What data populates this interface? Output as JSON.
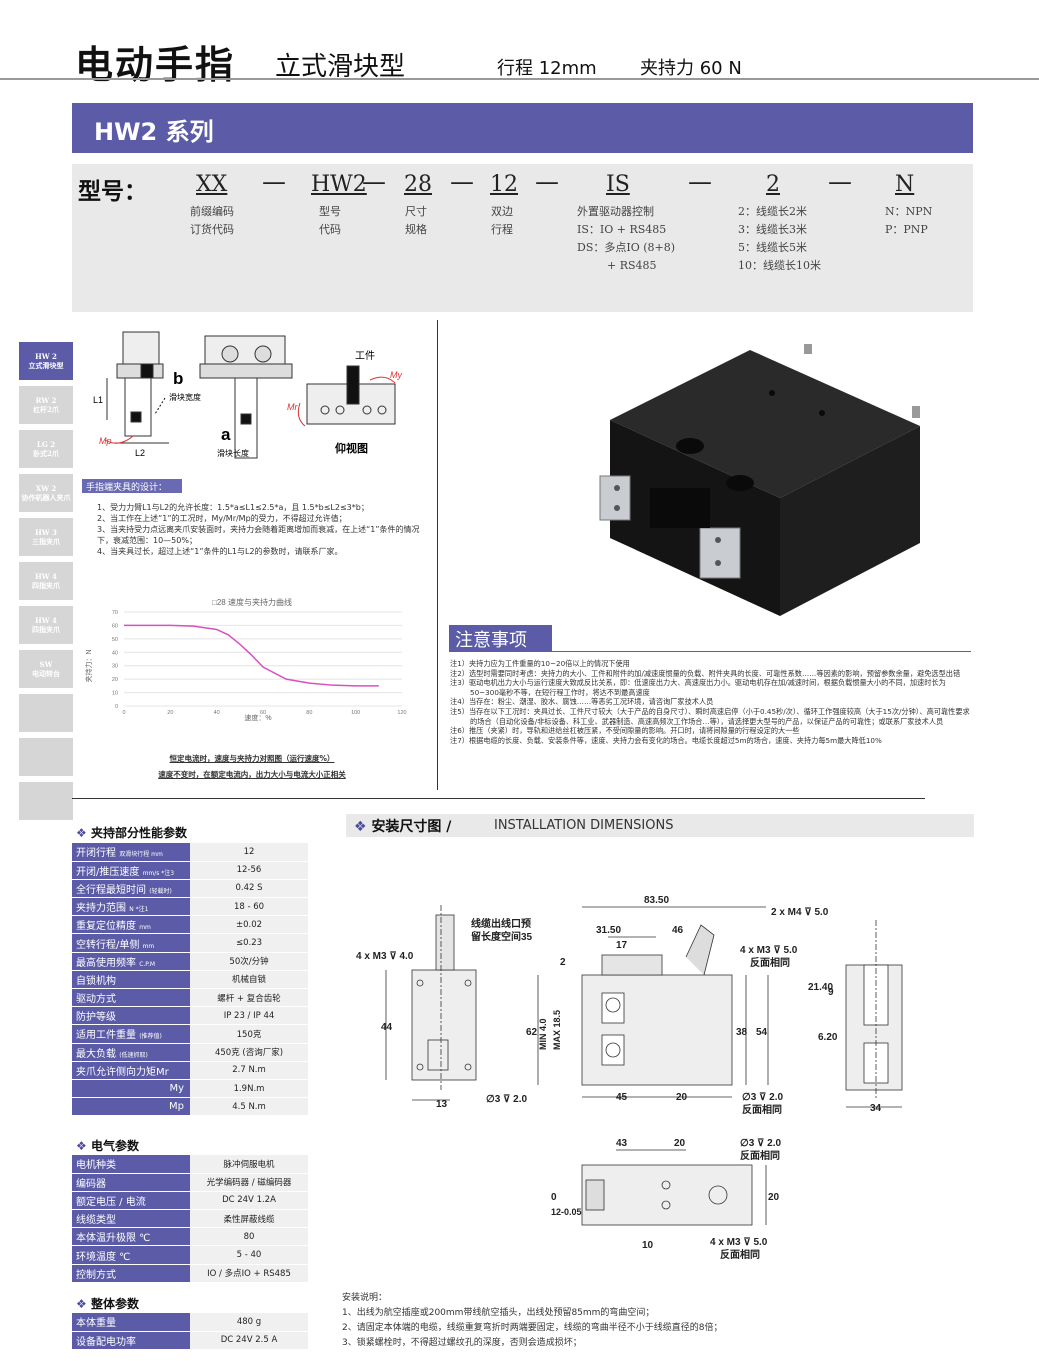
{
  "header": {
    "title": "电动手指",
    "subtitle": "立式滑块型",
    "stroke": "行程 12mm",
    "force": "夹持力 60 N"
  },
  "series_band": "HW2 系列",
  "model": {
    "label": "型号：",
    "codes": [
      "XX",
      "HW2",
      "28",
      "12",
      "IS",
      "2",
      "N"
    ],
    "desc": {
      "prefix": [
        "前缀编码",
        "订货代码"
      ],
      "model": [
        "型号",
        "代码"
      ],
      "size": [
        "尺寸",
        "规格"
      ],
      "stroke": [
        "双边",
        "行程"
      ],
      "driver": [
        "外置驱动器控制",
        "IS：IO + RS485",
        "DS：多点IO (8+8)",
        "+ RS485"
      ],
      "cable": [
        "2：线缆长2米",
        "3：线缆长3米",
        "5：线缆长5米",
        "10：线缆长10米"
      ],
      "output": [
        "N：NPN",
        "P：PNP"
      ]
    }
  },
  "sidenav": [
    {
      "line1": "HW 2",
      "line2": "立式滑块型",
      "active": true
    },
    {
      "line1": "RW 2",
      "line2": "杠杆2爪",
      "active": false
    },
    {
      "line1": "LG 2",
      "line2": "卧式2爪",
      "active": false
    },
    {
      "line1": "XW 2",
      "line2": "协作机器人夹爪",
      "active": false
    },
    {
      "line1": "HW 3",
      "line2": "三指夹爪",
      "active": false
    },
    {
      "line1": "HW 4",
      "line2": "四指夹爪",
      "active": false
    },
    {
      "line1": "HW 4",
      "line2": "四指夹爪",
      "active": false
    },
    {
      "line1": "SW",
      "line2": "电动转台",
      "active": false
    },
    {
      "line1": "",
      "line2": "",
      "active": false
    },
    {
      "line1": "",
      "line2": "",
      "active": false
    },
    {
      "line1": "",
      "line2": "",
      "active": false
    }
  ],
  "diagram_labels": {
    "b": "b",
    "a": "a",
    "slide_width": "滑块宽度",
    "slide_length": "滑块长度",
    "workpiece": "工件",
    "bottom_view": "仰视图",
    "L1": "L1",
    "L2": "L2",
    "Mp": "Mp",
    "Mr": "Mr",
    "My": "My"
  },
  "design": {
    "tag": "手指端夹具的设计：",
    "notes": [
      "1、受力力臂L1与L2的允许长度：1.5*a≤L1≤2.5*a，且 1.5*b≤L2≤3*b；",
      "2、当工作在上述“1”的工况时，My/Mr/Mp的受力，不得超过允许值；",
      "3、当夹持受力点远离夹爪安装面时，夹持力会随着距离增加而衰减，在上述“1”条件的情况下，衰减范围：10—50%；",
      "4、当夹具过长，超过上述“1”条件的L1与L2的参数时，请联系厂家。"
    ]
  },
  "chart_data": {
    "type": "line",
    "title": "□28  速度与夹持力曲线",
    "xlabel": "速度：%",
    "ylabel": "夹持力：N",
    "xlim": [
      0,
      120
    ],
    "ylim": [
      0,
      70
    ],
    "xticks": [
      0,
      20,
      40,
      60,
      80,
      100,
      120
    ],
    "yticks": [
      0,
      10,
      20,
      30,
      40,
      50,
      60,
      70
    ],
    "series": [
      {
        "color": "#d94fc0",
        "x": [
          0,
          20,
          30,
          40,
          45,
          50,
          55,
          60,
          70,
          80,
          90,
          100,
          110
        ],
        "y": [
          60,
          60,
          59.5,
          57,
          53,
          46,
          38,
          29,
          20,
          17,
          15.5,
          15,
          15
        ]
      }
    ],
    "notes": [
      "恒定电流时，速度与夹持力对照图（运行速度%）",
      "速度不变时，在额定电流内，出力大小与电流大小正相关"
    ]
  },
  "notice": {
    "title": "注意事项",
    "items": [
      "注1）夹持力应为工件重量的10~20倍以上的情况下使用",
      "注2）选型时需要同时考虑：夹持力的大小、工件和附件的加/减速度惯量的负载、附件夹具的长度、可靠性系数……等因素的影响，预留参数余量，避免选型出错",
      "注3）驱动电机出力大小与运行速度大致成反比关系，即：低速度出力大、高速度出力小。驱动电机存在加/减速时间，根据负载惯量大小的不同，加速时长为50~300毫秒不等，在短行程工作时，将达不到最高速度",
      "注4）当存在：粉尘、潮湿、胶水、腐蚀……等恶劣工况环境，请咨询厂家技术人员",
      "注5）当存在以下工况时：夹具过长、工件尺寸较大（大于产品的自身尺寸）、瞬时高速启停（小于0.45秒/次）、循环工作强度较高（大于15次/分钟）、高可靠性要求的场合（自动化设备/非标设备、科工业、武器制造、高速高频次工作场合…等），请选择更大型号的产品，以保证产品的可靠性；或联系厂家技术人员",
      "注6）推压（夹紧）时，导轨和进给丝杠被压紧，不受间隙量的影响。开口时，请将间隙量的行程设定的大一些",
      "注7）根据电缆的长度、负载、安装条件等，速度、夹持力会有变化的场合。电缆长度超过5m的场合，速度、夹持力每5m最大降低10%"
    ]
  },
  "grip_params": {
    "title": "夹持部分性能参数",
    "rows": [
      {
        "k": "开闭行程",
        "s": "双滑块行程 mm",
        "v": "12"
      },
      {
        "k": "开闭/推压速度",
        "s": "mm/s *注3",
        "v": "12-56"
      },
      {
        "k": "全行程最短时间",
        "s": "(轻载时)",
        "v": "0.42 S"
      },
      {
        "k": "夹持力范围",
        "s": "N *注1",
        "v": "18 - 60"
      },
      {
        "k": "重复定位精度",
        "s": "mm",
        "v": "±0.02"
      },
      {
        "k": "空转行程/单侧",
        "s": "mm",
        "v": "≤0.23"
      },
      {
        "k": "最高使用频率",
        "s": "C.P.M",
        "v": "50次/分钟"
      },
      {
        "k": "自锁机构",
        "s": "",
        "v": "机械自锁"
      },
      {
        "k": "驱动方式",
        "s": "",
        "v": "螺杆 + 复合齿轮"
      },
      {
        "k": "防护等级",
        "s": "",
        "v": "IP 23 / IP 44"
      },
      {
        "k": "适用工件重量",
        "s": "(推荐值)",
        "v": "150克"
      },
      {
        "k": "最大负载",
        "s": "(低速抓取)",
        "v": "450克 (咨询厂家)"
      },
      {
        "k": "夹爪允许侧向力矩Mr",
        "s": "",
        "v": "2.7 N.m"
      },
      {
        "k": "My",
        "s": "",
        "v": "1.9N.m",
        "right": true
      },
      {
        "k": "Mp",
        "s": "",
        "v": "4.5 N.m",
        "right": true
      }
    ]
  },
  "elec_params": {
    "title": "电气参数",
    "rows": [
      {
        "k": "电机种类",
        "v": "脉冲伺服电机"
      },
      {
        "k": "编码器",
        "v": "光学编码器 / 磁编码器"
      },
      {
        "k": "额定电压 / 电流",
        "v": "DC 24V  1.2A"
      },
      {
        "k": "线缆类型",
        "v": "柔性屏蔽线缆"
      },
      {
        "k": "本体温升极限 ℃",
        "v": "80"
      },
      {
        "k": "环境温度 ℃",
        "v": "5 - 40"
      },
      {
        "k": "控制方式",
        "v": "IO / 多点IO + RS485"
      }
    ]
  },
  "total_params": {
    "title": "整体参数",
    "rows": [
      {
        "k": "本体重量",
        "v": "480 g"
      },
      {
        "k": "设备配电功率",
        "v": "DC 24V 2.5 A"
      }
    ]
  },
  "dims": {
    "title_cn": "安装尺寸图 /",
    "title_en": "INSTALLATION DIMENSIONS",
    "labels": {
      "cable": "线缆出线口预",
      "cable2": "留长度空间35",
      "m3_4": "4 x M3 ⊽ 4.0",
      "d44": "44",
      "d13": "13",
      "phi": "∅3 ⊽ 2.0",
      "d8350": "83.50",
      "d3150": "31.50",
      "d46": "46",
      "d17": "17",
      "d2": "2",
      "d62": "62",
      "min": "MIN 4.0",
      "max": "MAX 18.5",
      "m3_5": "4 x M3 ⊽ 5.0",
      "same": "反面相同",
      "d38": "38",
      "d54": "54",
      "d45": "45",
      "d20": "20",
      "m4": "2 x M4 ⊽ 5.0",
      "d2140": "21.40",
      "d9": "9",
      "d620": "6.20",
      "d34": "34",
      "d43": "43",
      "d20b": "20",
      "d12": "12-0.05",
      "d0": "0",
      "d10": "10",
      "d20c": "20"
    }
  },
  "install": {
    "title": "安装说明：",
    "items": [
      "1、出线为航空插座或200mm带线航空插头，出线处预留85mm的弯曲空间；",
      "2、请固定本体端的电缆，线缆重复弯折时两端要固定，线缆的弯曲半径不小于线缆直径的8倍；",
      "3、锁紧螺栓时，不得超过螺纹孔的深度，否则会造成损坏；"
    ]
  }
}
